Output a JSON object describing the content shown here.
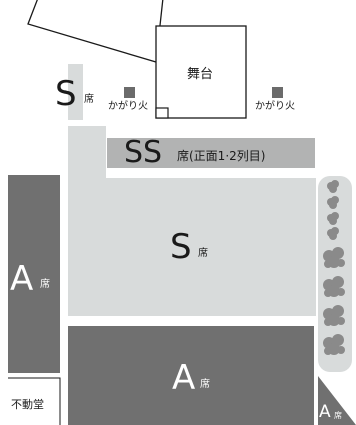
{
  "stage": {
    "label": "舞台"
  },
  "torches": {
    "left_label": "かがり火",
    "right_label": "かがり火"
  },
  "seats": {
    "s_left": {
      "letter": "S",
      "suffix": "席"
    },
    "ss": {
      "letter": "SS",
      "suffix": "席(正面1·2列目)"
    },
    "s_main": {
      "letter": "S",
      "suffix": "席"
    },
    "a_left": {
      "letter": "A",
      "suffix": "席"
    },
    "a_bottom": {
      "letter": "A",
      "suffix": "席"
    },
    "a_corner": {
      "letter": "A",
      "suffix": "席"
    }
  },
  "fudodo": {
    "label": "不動堂"
  },
  "colors": {
    "light_gray": "#d8dbdb",
    "mid_gray": "#b2b3b3",
    "dark_gray": "#707070",
    "torch": "#6b6b6b",
    "tree": "#8a8a8a",
    "outline": "#1a1a1a"
  },
  "icons": {
    "tree": "tree-icon",
    "torch": "torch-icon"
  }
}
